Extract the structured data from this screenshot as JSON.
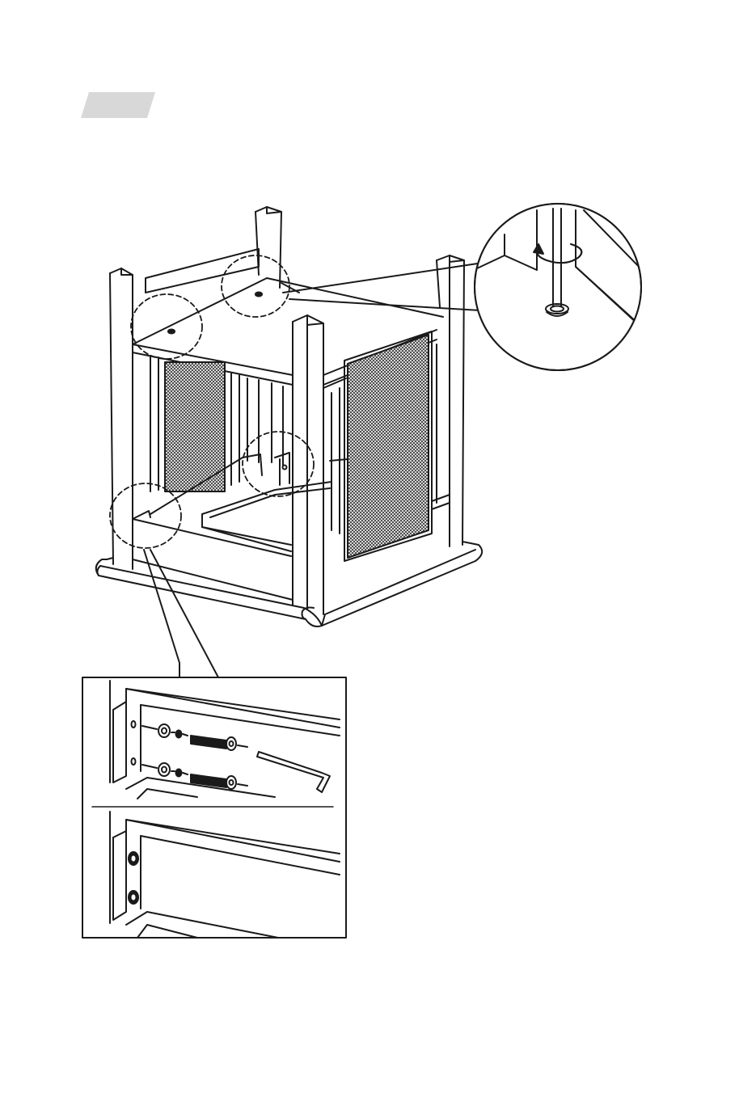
{
  "step_badge": {
    "label": "",
    "fill_color": "#d8d8d8"
  },
  "diagram": {
    "subject": "",
    "line_color": "#1a1a1a",
    "mesh_color": "#333333",
    "callouts": [
      {
        "id": "callout-top",
        "icon": "rotate-arrow-icon"
      },
      {
        "id": "callout-side-bolts",
        "icon": "bolt-washer-icon"
      },
      {
        "id": "callout-side-assembled",
        "icon": "bolt-head-icon"
      }
    ]
  },
  "hardware": {
    "bolts_shown": 2,
    "washers_shown": 2,
    "spring_washers_shown": 2,
    "hex_key_shown": 1
  }
}
